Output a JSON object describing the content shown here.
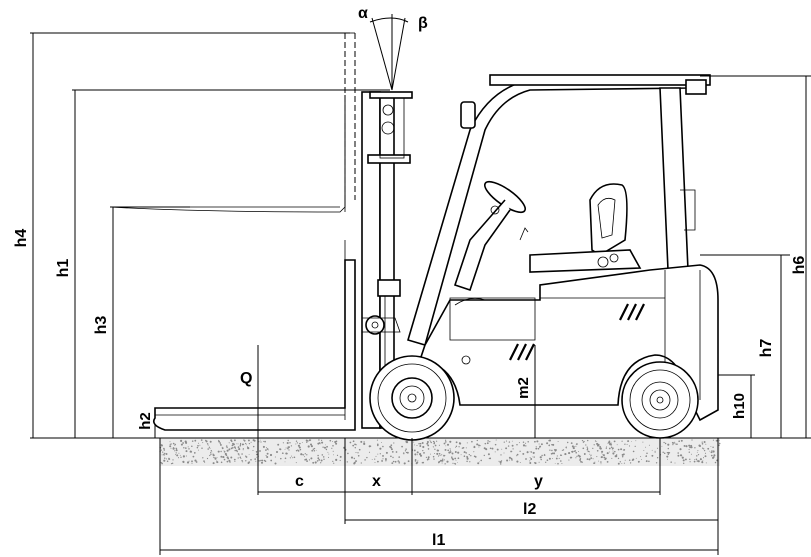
{
  "labels": {
    "alpha": "α",
    "beta": "β",
    "h1": "h1",
    "h2": "h2",
    "h3": "h3",
    "h4": "h4",
    "h6": "h6",
    "h7": "h7",
    "h10": "h10",
    "q": "Q",
    "m2": "m2",
    "c": "c",
    "x": "x",
    "y": "y",
    "l1": "l1",
    "l2": "l2"
  },
  "colors": {
    "line": "#000000",
    "ground": "#8a8a8a",
    "background": "#ffffff"
  }
}
